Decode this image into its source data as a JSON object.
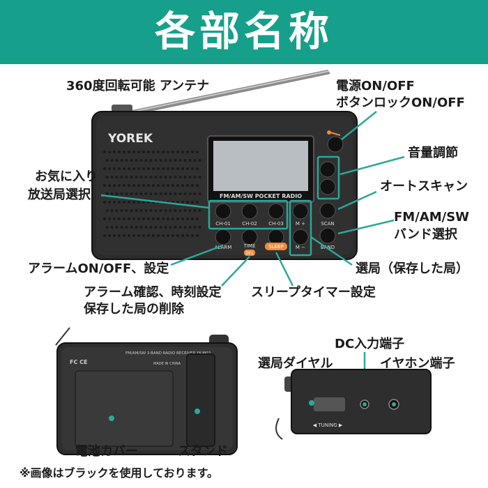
{
  "header": {
    "title": "各部名称"
  },
  "labels": {
    "antenna": "360度回転可能 アンテナ",
    "power": "電源ON/OFF",
    "lock": "ボタンロックON/OFF",
    "volume": "音量調節",
    "autoscan": "オートスキャン",
    "fav_line1": "お気に入り",
    "fav_line2": "放送局選択",
    "band_line1": "FM/AM/SW",
    "band_line2": "バンド選択",
    "alarm": "アラームON/OFF、設定",
    "tuning_store": "選局（保存した局）",
    "alarm_check_line1": "アラーム確認、時刻設定",
    "alarm_check_line2": "保存した局の削除",
    "sleep": "スリープタイマー設定",
    "battery": "電池カバー",
    "stand": "スタンド",
    "dc": "DC入力端子",
    "dial": "選局ダイヤル",
    "earphone": "イヤホン端子",
    "note": "※画像はブラックを使用しております。"
  },
  "radio": {
    "brand": "YOREK",
    "display_caption": "FM/AM/SW POCKET RADIO",
    "ch1": "CH-01",
    "ch2": "CH-02",
    "ch3": "CH-03",
    "m_plus": "M +",
    "m_minus": "M −",
    "scan": "SCAN",
    "band": "BAND",
    "alarm": "ALARM",
    "time": "TIME",
    "del": "DEL",
    "sleep": "SLEEP"
  },
  "back": {
    "title_line": "FM/AM/SW 3-BAND RADIO RECEIVER  YK-M03",
    "made_in": "MADE IN CHINA",
    "cert": "FC CE"
  },
  "side": {
    "tuning": "◀ TUNING ▶"
  },
  "colors": {
    "accent": "#16a08c",
    "callout": "#2aa89a",
    "orange": "#f08a3c",
    "body": "#2b2b2b"
  }
}
